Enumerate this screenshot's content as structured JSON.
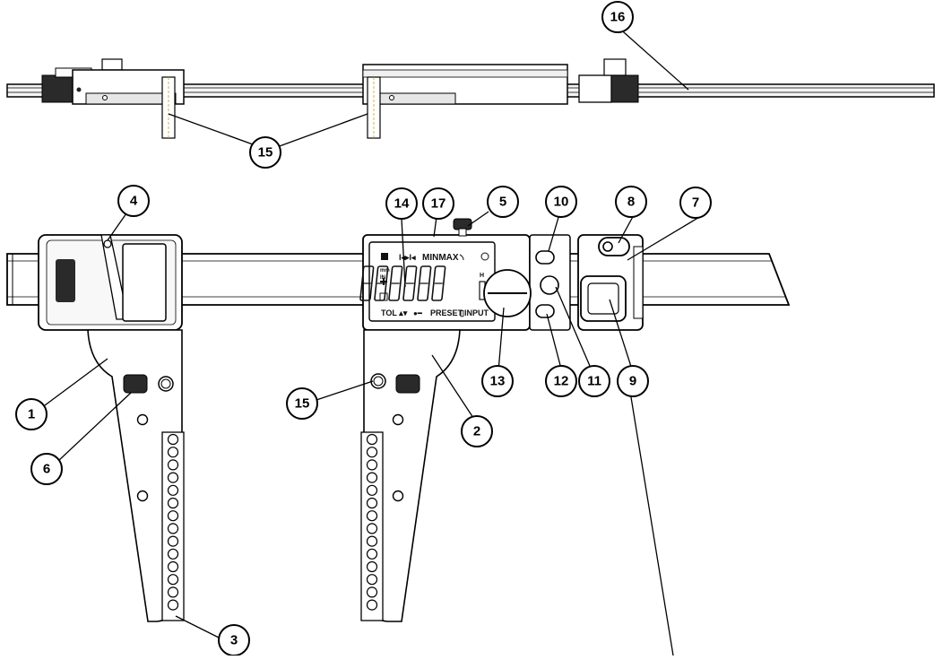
{
  "callouts": [
    {
      "id": "1",
      "label": "1"
    },
    {
      "id": "2",
      "label": "2"
    },
    {
      "id": "3",
      "label": "3"
    },
    {
      "id": "4",
      "label": "4"
    },
    {
      "id": "5",
      "label": "5"
    },
    {
      "id": "6",
      "label": "6"
    },
    {
      "id": "7",
      "label": "7"
    },
    {
      "id": "8",
      "label": "8"
    },
    {
      "id": "9",
      "label": "9"
    },
    {
      "id": "10",
      "label": "10"
    },
    {
      "id": "11",
      "label": "11"
    },
    {
      "id": "12",
      "label": "12"
    },
    {
      "id": "13",
      "label": "13"
    },
    {
      "id": "14",
      "label": "14"
    },
    {
      "id": "15a",
      "label": "15"
    },
    {
      "id": "15b",
      "label": "15"
    },
    {
      "id": "16",
      "label": "16"
    },
    {
      "id": "17",
      "label": "17"
    }
  ],
  "lcd": {
    "unit_mm": "mm",
    "unit_in": "IN",
    "top_icons": "I◂▸I◂",
    "minmax": "MINMAX",
    "hold": "H",
    "tol": "TOL ▴▾",
    "key": "●━",
    "preset": "PRESET",
    "input": "▯INPUT"
  },
  "colors": {
    "line": "#000000",
    "fill_light": "#f2f2f2",
    "fill_mid": "#d9d9d9",
    "fill_dark": "#333333"
  }
}
